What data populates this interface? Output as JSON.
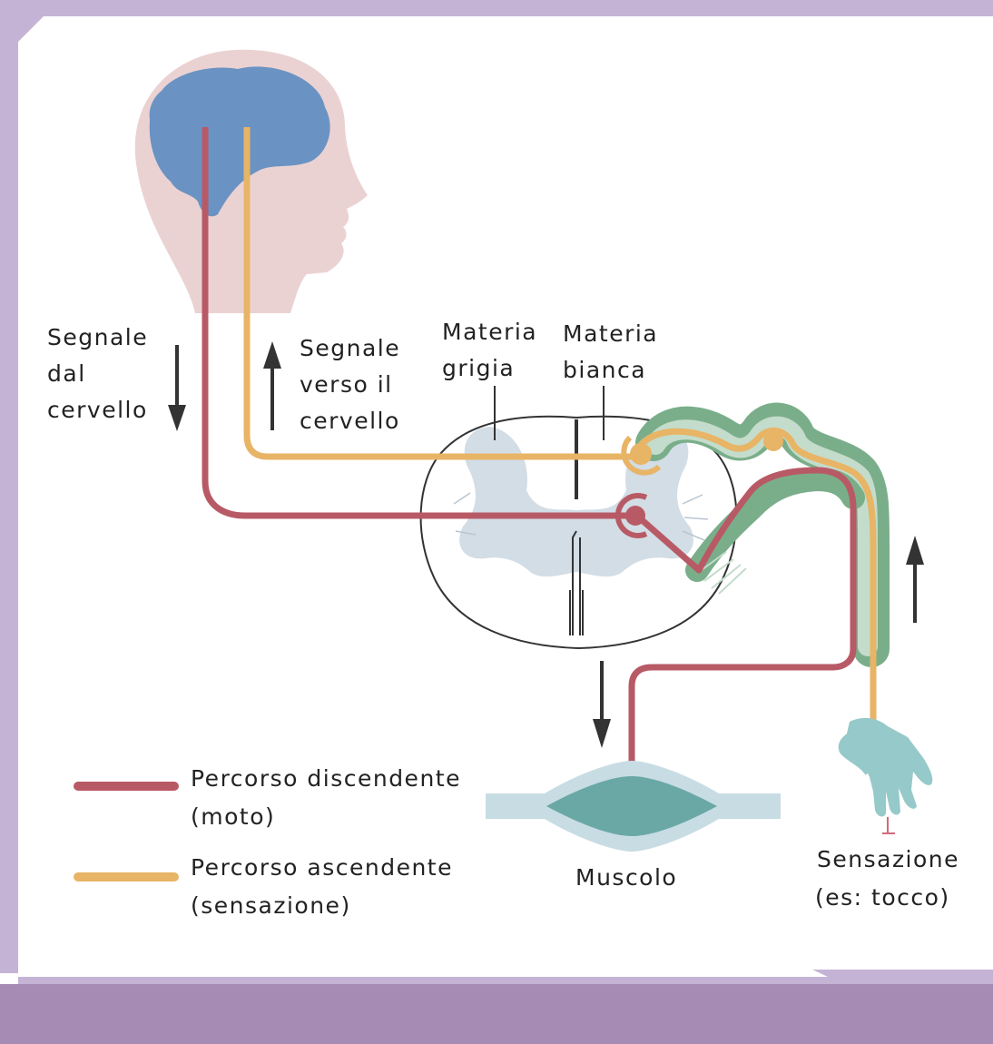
{
  "labels": {
    "signal_from_brain": [
      "Segnale",
      "dal",
      "cervello"
    ],
    "signal_to_brain": [
      "Segnale",
      "verso il",
      "cervello"
    ],
    "gray_matter": [
      "Materia",
      "grigia"
    ],
    "white_matter": [
      "Materia",
      "bianca"
    ],
    "muscle": "Muscolo",
    "sensation": [
      "Sensazione",
      "(es: tocco)"
    ]
  },
  "legend": {
    "descending": {
      "line1": "Percorso discendente",
      "line2": "(moto)",
      "color": "#b85a66"
    },
    "ascending": {
      "line1": "Percorso ascendente",
      "line2": "(sensazione)",
      "color": "#e8b466"
    }
  },
  "colors": {
    "frame": "#c5b3d6",
    "bottom_band": "#a68cb5",
    "head": "#ebd2d2",
    "brain": "#6a93c3",
    "gray_matter": "#d2dde6",
    "nerve_sheath": "#7aae8a",
    "muscle_outer": "#c8dce4",
    "muscle_inner": "#6aa8a6",
    "hand": "#96c9c9",
    "arrow": "#333333"
  },
  "icons": [
    "arrow-down-icon",
    "arrow-up-icon"
  ]
}
